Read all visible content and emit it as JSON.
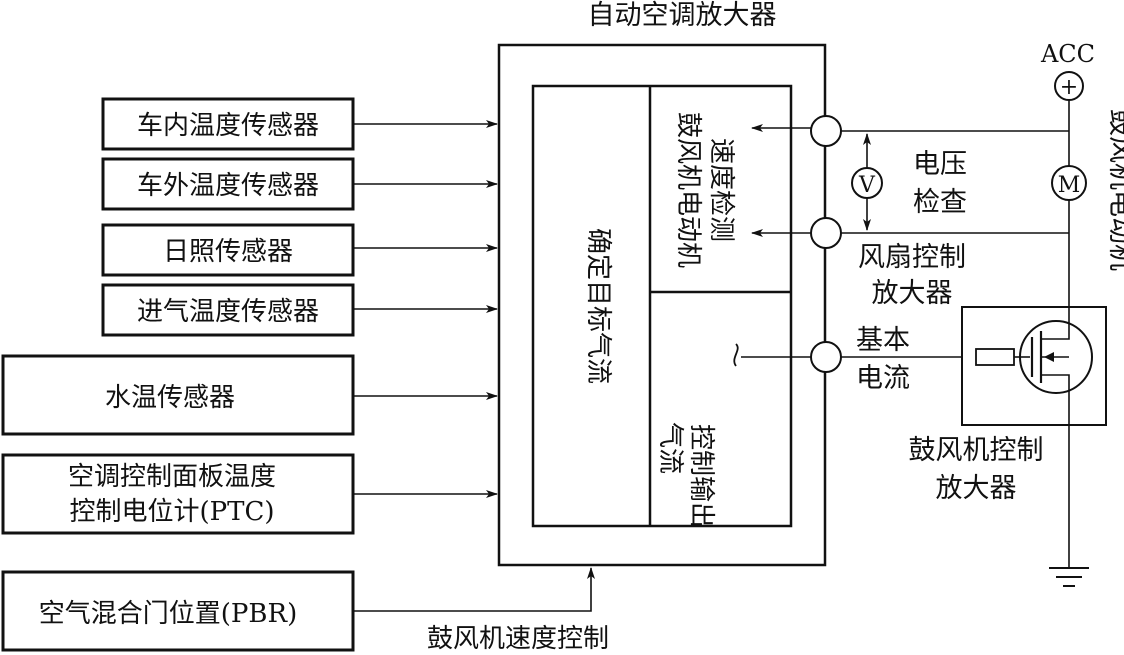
{
  "amplifier_title": "自动空调放大器",
  "sensors": [
    "车内温度传感器",
    "车外温度传感器",
    "日照传感器",
    "进气温度传感器",
    "水温传感器"
  ],
  "ptc": {
    "line1": "空调控制面板温度",
    "line2": "控制电位计(PTC)"
  },
  "pbr": "空气混合门位置(PBR)",
  "blower_speed_control": "鼓风机速度控制",
  "target_airflow": "确定目标气流",
  "motor_speed_detect": {
    "line1": "鼓风机电动机",
    "line2": "速度检测"
  },
  "airflow_output": {
    "line1": "气流",
    "line2": "控制输出"
  },
  "voltage_check": {
    "line1": "电压",
    "line2": "检查"
  },
  "fan_amp": {
    "line1": "风扇控制",
    "line2": "放大器"
  },
  "base_current": {
    "line1": "基本",
    "line2": "电流"
  },
  "blower_amp": {
    "line1": "鼓风机控制",
    "line2": "放大器"
  },
  "blower_motor": "鼓风机电动机",
  "acc": "ACC",
  "symbols": {
    "plus": "+",
    "voltmeter": "V",
    "motor": "M"
  }
}
